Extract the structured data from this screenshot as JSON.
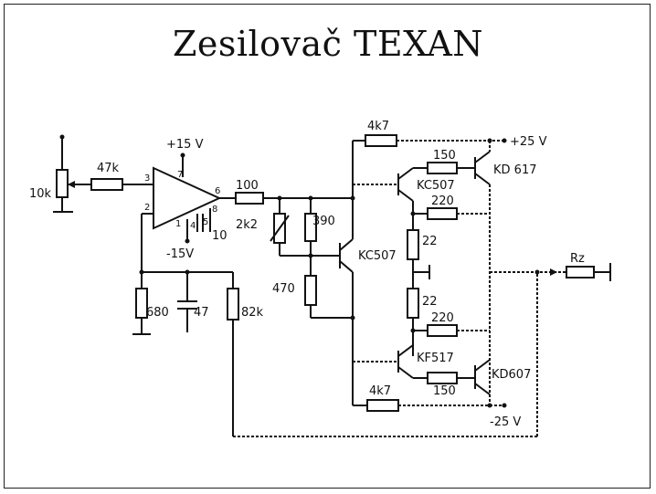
{
  "title": "Zesilovač TEXAN",
  "labels": {
    "pot_input": "10k",
    "r_input": "47k",
    "pin3": "3",
    "pin2": "2",
    "pin7": "7",
    "pin6": "6",
    "pin1": "1",
    "pin4": "4",
    "pin8": "8",
    "pin5": "5",
    "cap10": "10",
    "vpos_opamp": "+15 V",
    "vneg_opamp": "-15V",
    "r680": "680",
    "c47": "47",
    "r82k": "82k",
    "r100": "100",
    "pot2k2": "2k2",
    "r390": "390",
    "r470": "470",
    "q_driver": "KC507",
    "r4k7_top": "4k7",
    "vpos_out": "+25 V",
    "r150_top": "150",
    "q_top_driver": "KC507",
    "q_top_power": "KD 617",
    "r220_top": "220",
    "r22_top": "22",
    "r22_bot": "22",
    "r220_bot": "220",
    "q_bot_driver": "KF517",
    "q_bot_power": "KD607",
    "r150_bot": "150",
    "r4k7_bot": "4k7",
    "vneg_out": "-25 V",
    "rz": "Rz"
  }
}
